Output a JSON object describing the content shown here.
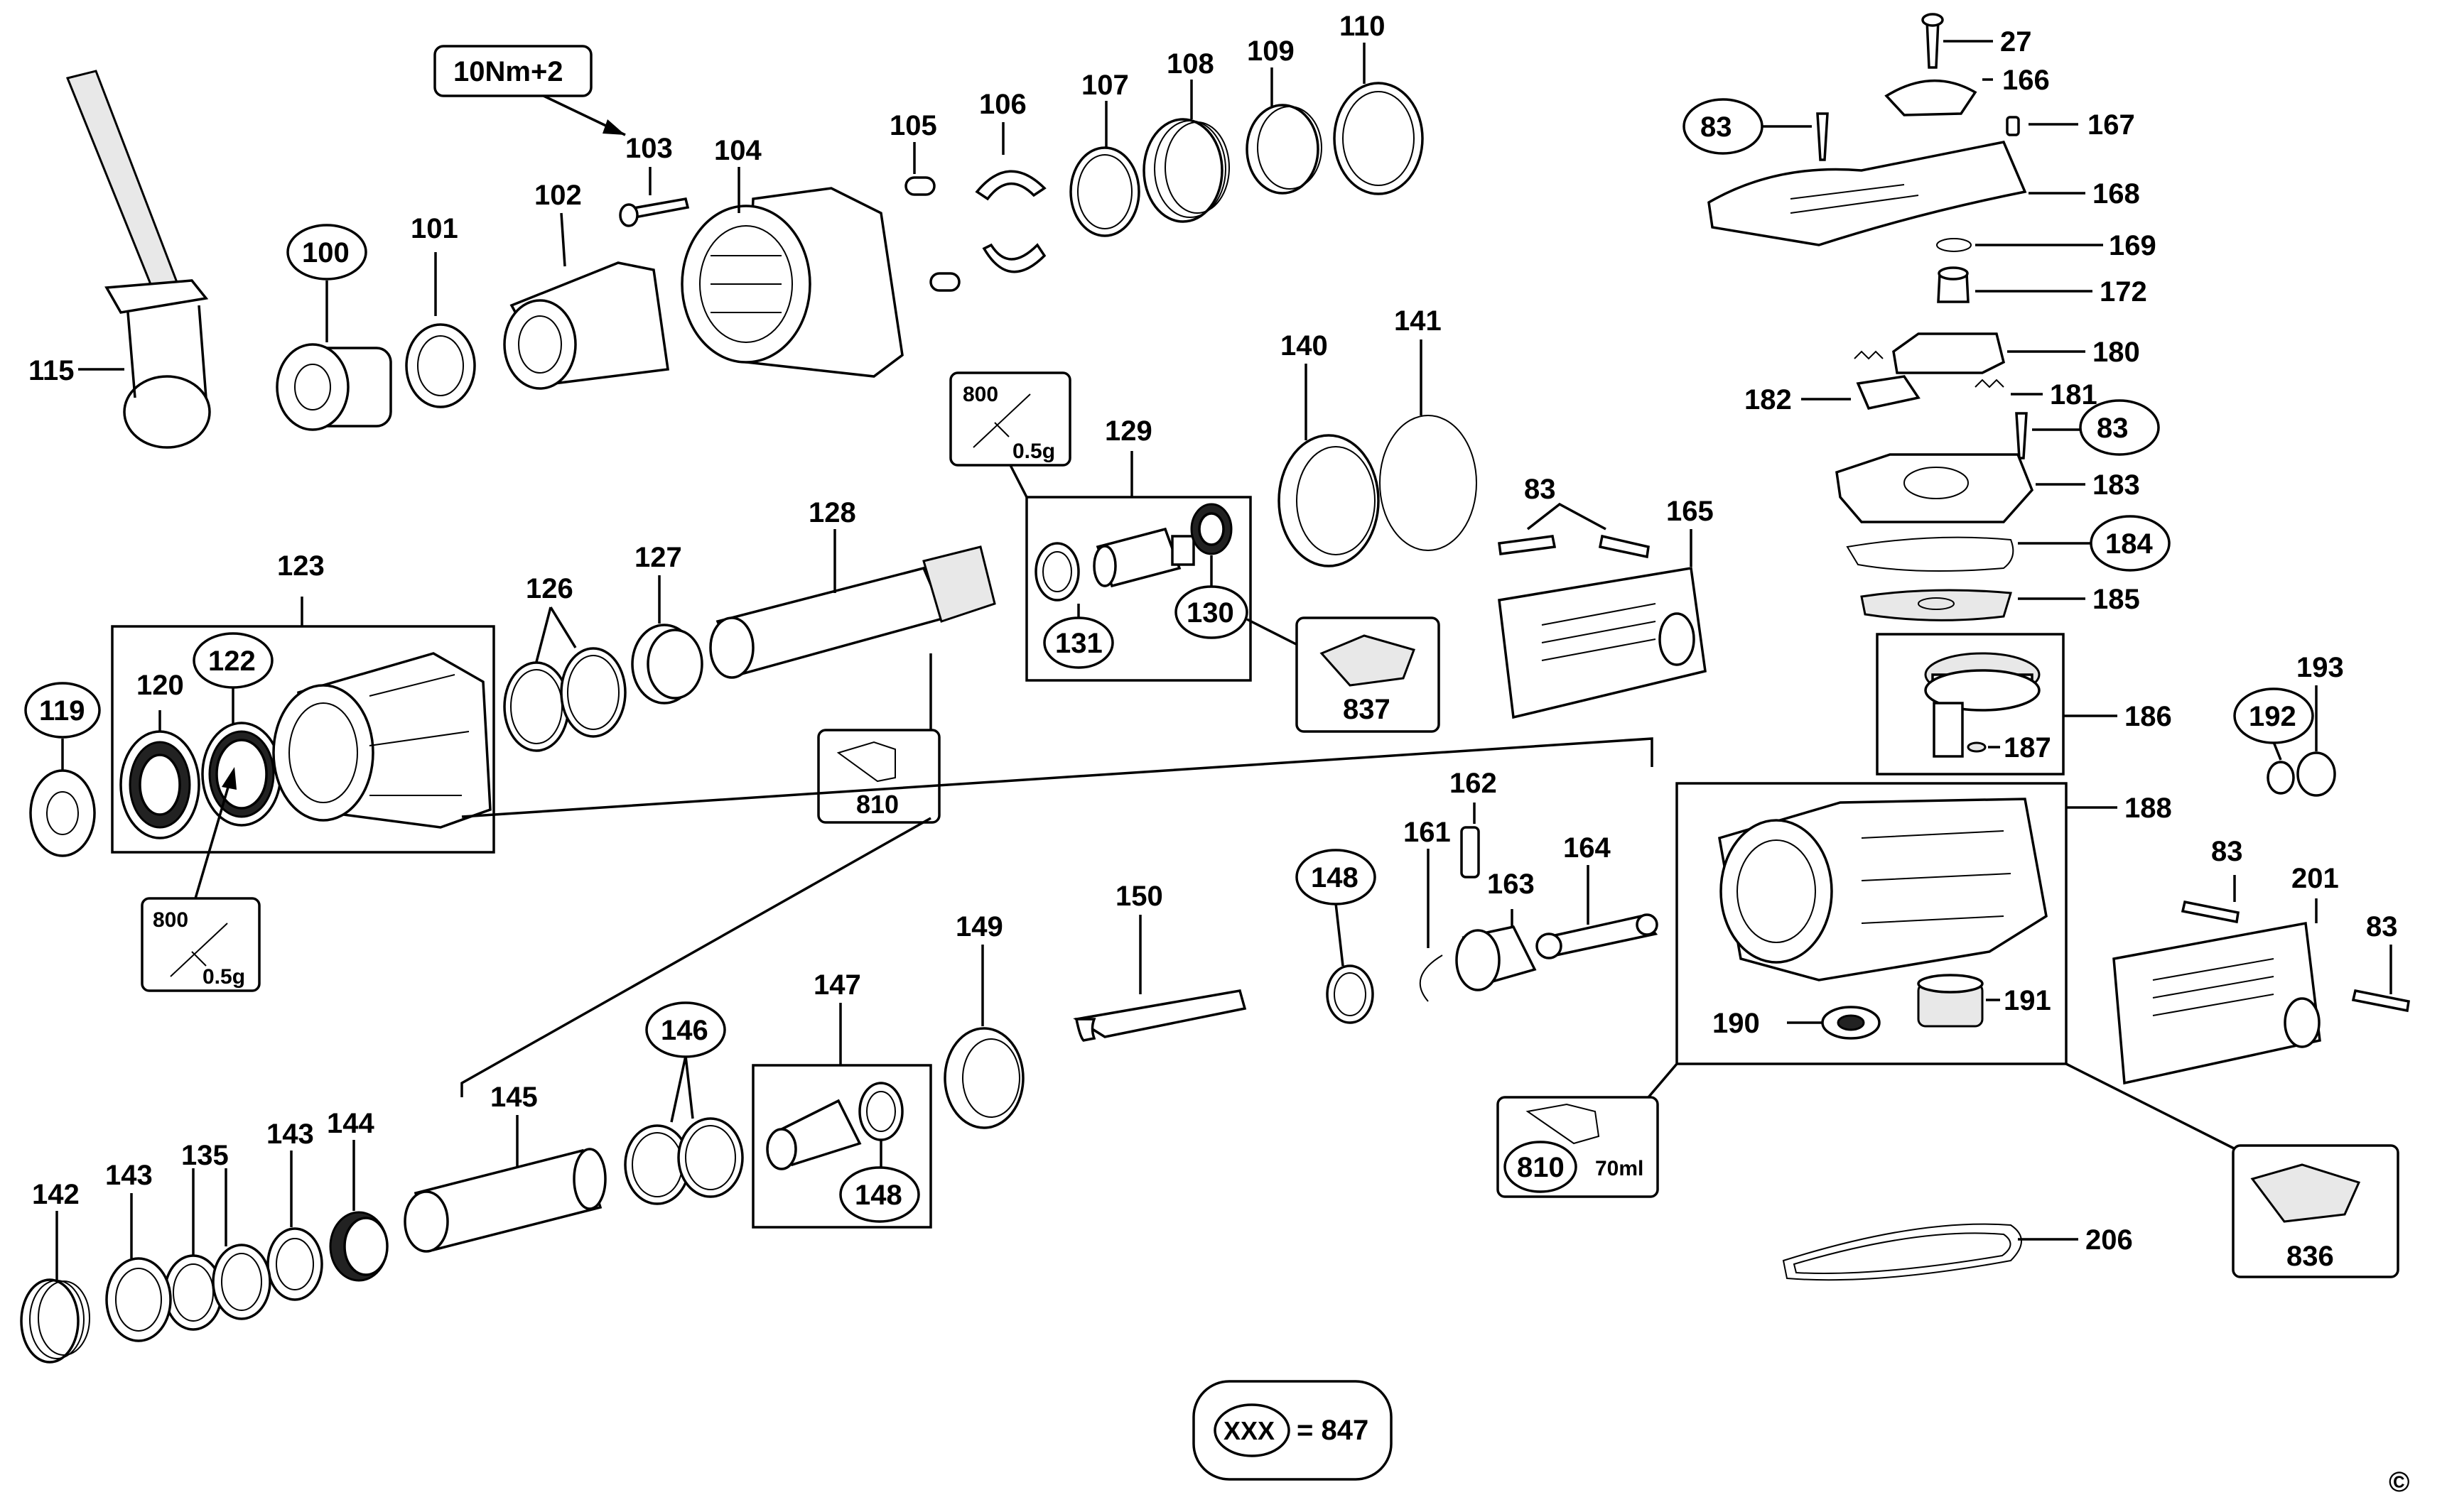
{
  "diagram": {
    "torque_note": "10Nm+2",
    "copyright": "©",
    "legend": {
      "xxx": "XXX",
      "equals": "= 847"
    },
    "kits": {
      "grease_800_top": {
        "code": "800",
        "amount": "0.5g"
      },
      "grease_800_left": {
        "code": "800",
        "amount": "0.5g"
      },
      "lub_810_mid": {
        "code": "810"
      },
      "lub_810_right": {
        "code": "810",
        "amount": "70ml"
      },
      "kit_837": {
        "code": "837"
      },
      "kit_836": {
        "code": "836"
      }
    },
    "labels": {
      "p27": "27",
      "p83a": "83",
      "p83b": "83",
      "p83c": "83",
      "p83d": "83",
      "p83e": "83",
      "p100": "100",
      "p101": "101",
      "p102": "102",
      "p103": "103",
      "p104": "104",
      "p105": "105",
      "p106": "106",
      "p107": "107",
      "p108": "108",
      "p109": "109",
      "p110": "110",
      "p115": "115",
      "p119": "119",
      "p120": "120",
      "p122": "122",
      "p123": "123",
      "p126": "126",
      "p127": "127",
      "p128": "128",
      "p129": "129",
      "p130": "130",
      "p131": "131",
      "p135": "135",
      "p140": "140",
      "p141": "141",
      "p142": "142",
      "p143a": "143",
      "p143b": "143",
      "p144": "144",
      "p145": "145",
      "p146": "146",
      "p147": "147",
      "p148a": "148",
      "p148b": "148",
      "p149": "149",
      "p150": "150",
      "p161": "161",
      "p162": "162",
      "p163": "163",
      "p164": "164",
      "p165": "165",
      "p166": "166",
      "p167": "167",
      "p168": "168",
      "p169": "169",
      "p172": "172",
      "p180": "180",
      "p181": "181",
      "p182": "182",
      "p183": "183",
      "p184": "184",
      "p185": "185",
      "p186": "186",
      "p187": "187",
      "p188": "188",
      "p190": "190",
      "p191": "191",
      "p192": "192",
      "p193": "193",
      "p201": "201",
      "p206": "206"
    }
  }
}
